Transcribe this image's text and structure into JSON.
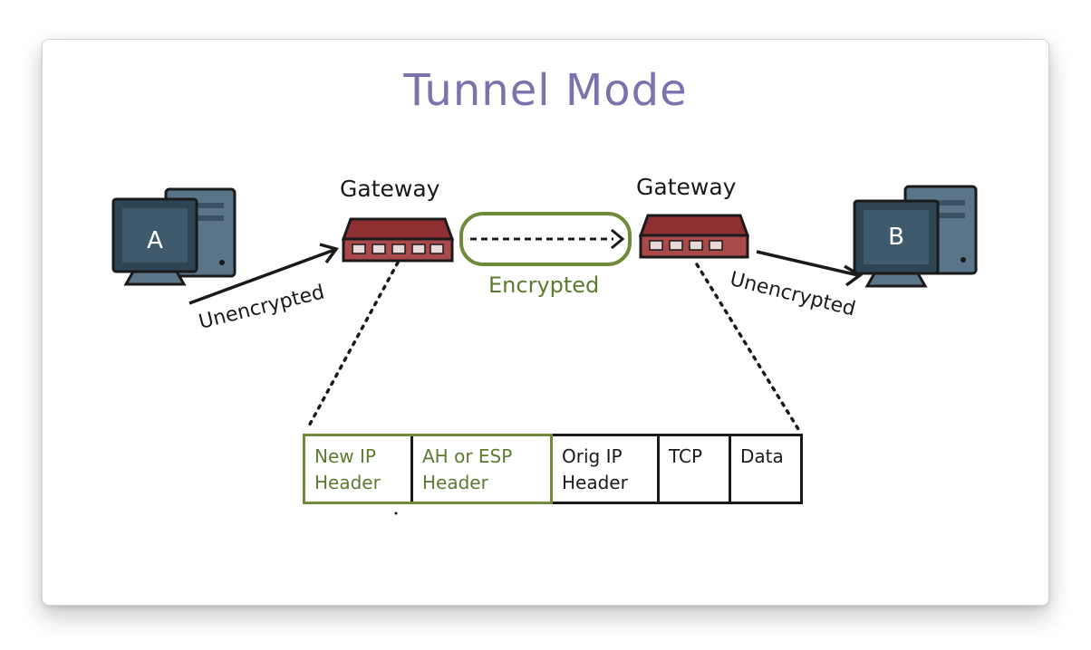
{
  "title": "Tunnel Mode",
  "gateway_left_label": "Gateway",
  "gateway_right_label": "Gateway",
  "tunnel_label": "Encrypted",
  "left_link_label": "Unencrypted",
  "right_link_label": "Unencrypted",
  "computer_a_label": "A",
  "computer_b_label": "B",
  "packet": {
    "fields": [
      {
        "line1": "New IP",
        "line2": "Header",
        "encrypted_part": true
      },
      {
        "line1": "AH or ESP",
        "line2": "Header",
        "encrypted_part": true
      },
      {
        "line1": "Orig IP",
        "line2": "Header",
        "encrypted_part": false
      },
      {
        "line1": "TCP",
        "line2": "",
        "encrypted_part": false
      },
      {
        "line1": "Data",
        "line2": "",
        "encrypted_part": false
      }
    ]
  },
  "colors": {
    "title": "#7b73ae",
    "encrypted": "#6f8a3a",
    "gateway": "#8e2f31",
    "computer_screen": "#3f5a6c",
    "computer_body": "#5a7488"
  }
}
